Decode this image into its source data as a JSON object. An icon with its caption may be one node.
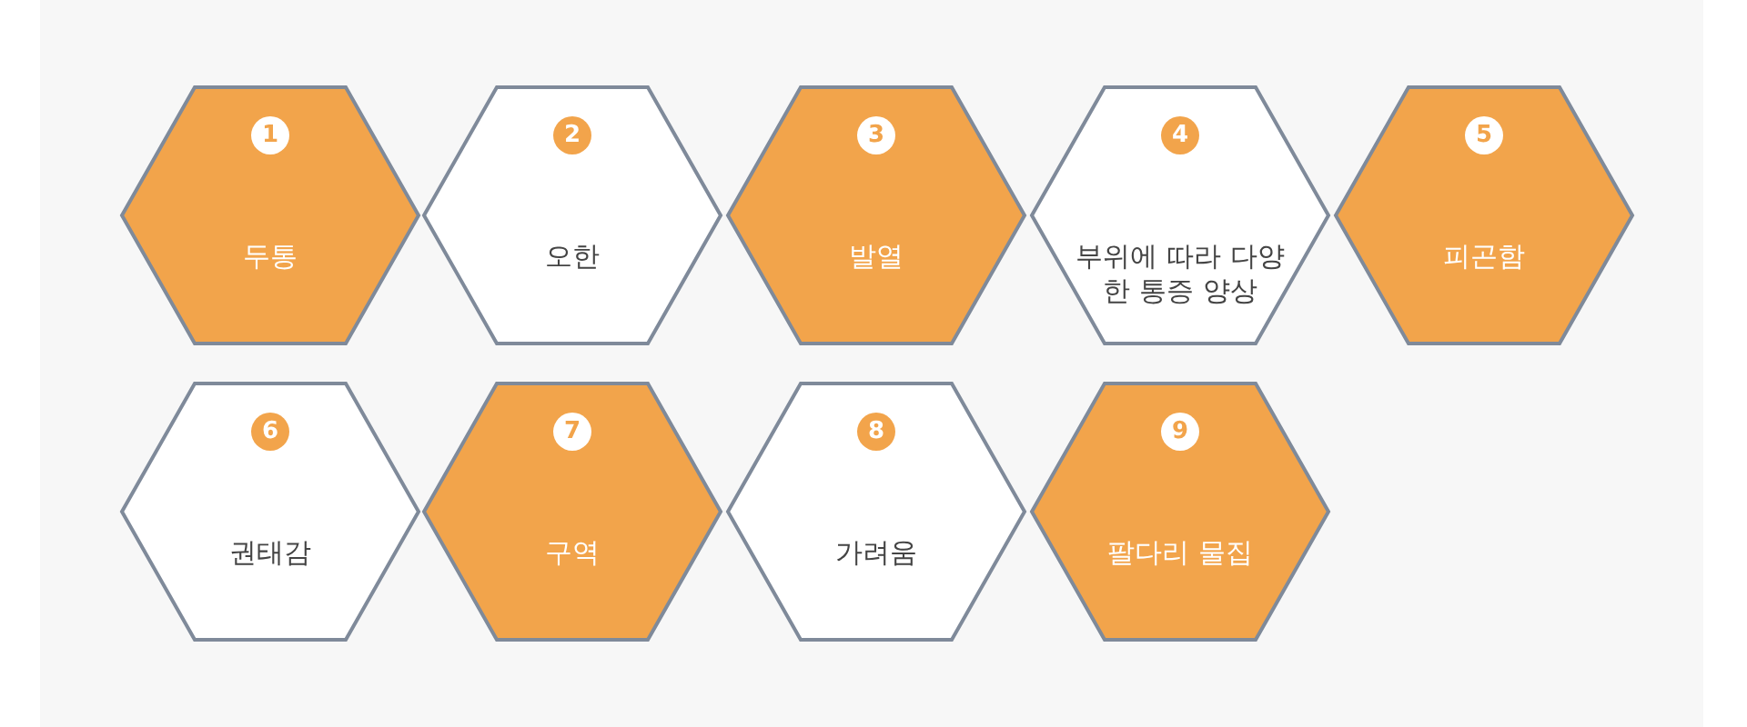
{
  "diagram": {
    "nodes": [
      {
        "text": [
          "1",
          "두통"
        ]
      },
      {
        "text": [
          "2",
          "오한"
        ]
      },
      {
        "text": [
          "3",
          "발열"
        ]
      },
      {
        "text": [
          "4",
          "부위에 따라 다양한 통증 양상"
        ]
      },
      {
        "text": [
          "5",
          "피곤함"
        ]
      },
      {
        "text": [
          "6",
          "권태감"
        ]
      },
      {
        "text": [
          "7",
          "구역"
        ]
      },
      {
        "text": [
          "8",
          "가려움"
        ]
      },
      {
        "text": [
          "9",
          "팔다리 물집"
        ]
      }
    ]
  }
}
